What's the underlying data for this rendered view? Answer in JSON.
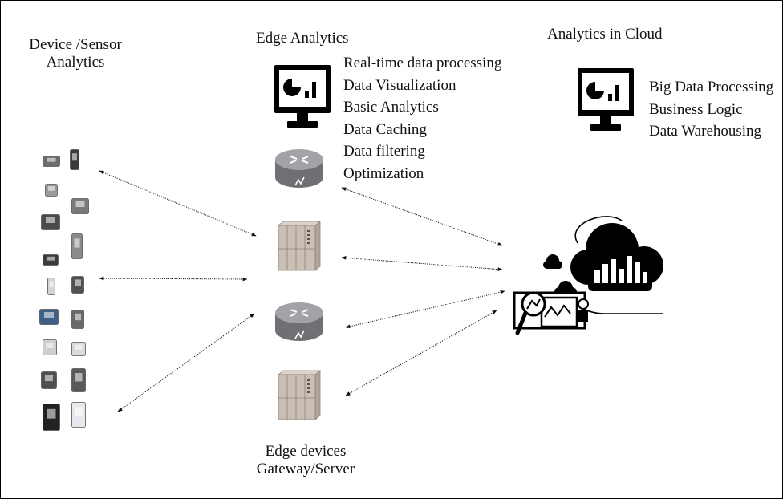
{
  "sections": {
    "device": {
      "title_line1": "Device /Sensor",
      "title_line2": "Analytics"
    },
    "edge": {
      "title": "Edge Analytics",
      "features": [
        "Real-time data processing",
        "Data Visualization",
        "Basic Analytics",
        "Data Caching",
        "Data filtering",
        "Optimization"
      ]
    },
    "cloud": {
      "title": "Analytics in Cloud",
      "features": [
        "Big Data Processing",
        "Business Logic",
        "Data Warehousing"
      ]
    },
    "edge_devices": {
      "label_line1": "Edge devices",
      "label_line2": "Gateway/Server"
    }
  },
  "icons": {
    "monitor": "monitor-chart-icon",
    "router": "router-icon",
    "server": "server-rack-icon",
    "cloud": "cloud-analytics-icon",
    "sensor": "sensor-device-icon"
  },
  "colors": {
    "router": "#8d8d91",
    "server": "#c9bfb4",
    "cloud": "#000000",
    "text": "#111111"
  }
}
